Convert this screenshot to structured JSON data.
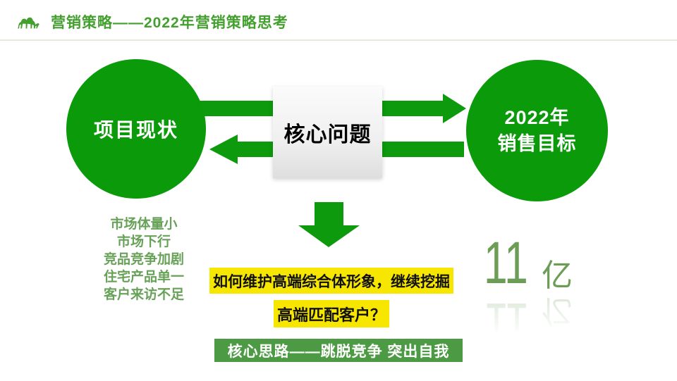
{
  "header": {
    "title": "营销策略——2022年营销策略思考"
  },
  "diagram": {
    "left_circle_label": "项目现状",
    "right_circle_line1": "2022年",
    "right_circle_line2": "销售目标",
    "center_box_label": "核心问题"
  },
  "issues": [
    "市场体量小",
    "市场下行",
    "竞品竞争加剧",
    "住宅产品单一",
    "客户来访不足"
  ],
  "question": {
    "line1": "如何维护高端综合体形象，继续挖掘",
    "line2": "高端匹配客户？"
  },
  "banner": {
    "label": "核心思路——跳脱竞争 突出自我"
  },
  "sales_target": {
    "number": "11",
    "unit": "亿"
  },
  "colors": {
    "primary_green": "#0a9a0a",
    "banner_green": "#4d9a44",
    "header_green": "#43a02e",
    "list_green": "#67a258",
    "number_green": "#6c9d57",
    "highlight_yellow": "#f7e600"
  }
}
